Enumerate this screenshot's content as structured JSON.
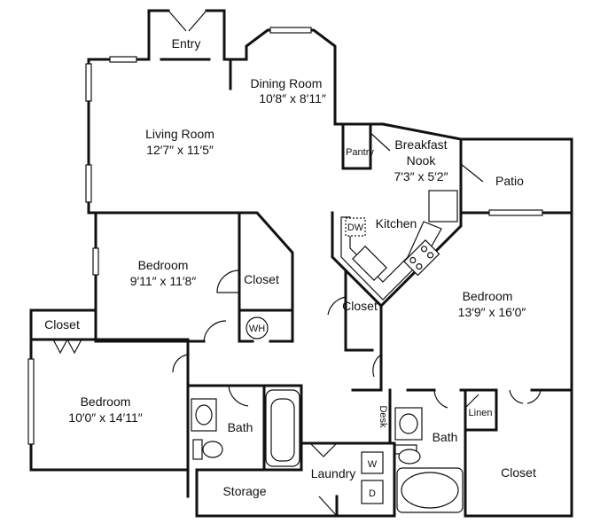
{
  "rooms": {
    "entry": "Entry",
    "dining_name": "Dining Room",
    "dining_size": "10′8″ x 8′11″",
    "living_name": "Living Room",
    "living_size": "12′7″ x 11′5″",
    "pantry": "Pantry",
    "breakfast_name_1": "Breakfast",
    "breakfast_name_2": "Nook",
    "breakfast_size": "7′3″ x 5′2″",
    "patio": "Patio",
    "kitchen": "Kitchen",
    "dw": "DW",
    "bedroom1_name": "Bedroom",
    "bedroom1_size": "9′11″ x 11′8″",
    "closet1": "Closet",
    "wh": "WH",
    "closet_left": "Closet",
    "bedroom2_name": "Bedroom",
    "bedroom2_size": "10′0″ x 14′11″",
    "bath1": "Bath",
    "storage": "Storage",
    "laundry": "Laundry",
    "washer": "W",
    "dryer": "D",
    "desk": "Desk",
    "closet_kitchen": "Closet",
    "bedroom3_name": "Bedroom",
    "bedroom3_size": "13′9″ x 16′0″",
    "linen": "Linen",
    "bath2": "Bath",
    "closet_big": "Closet"
  }
}
